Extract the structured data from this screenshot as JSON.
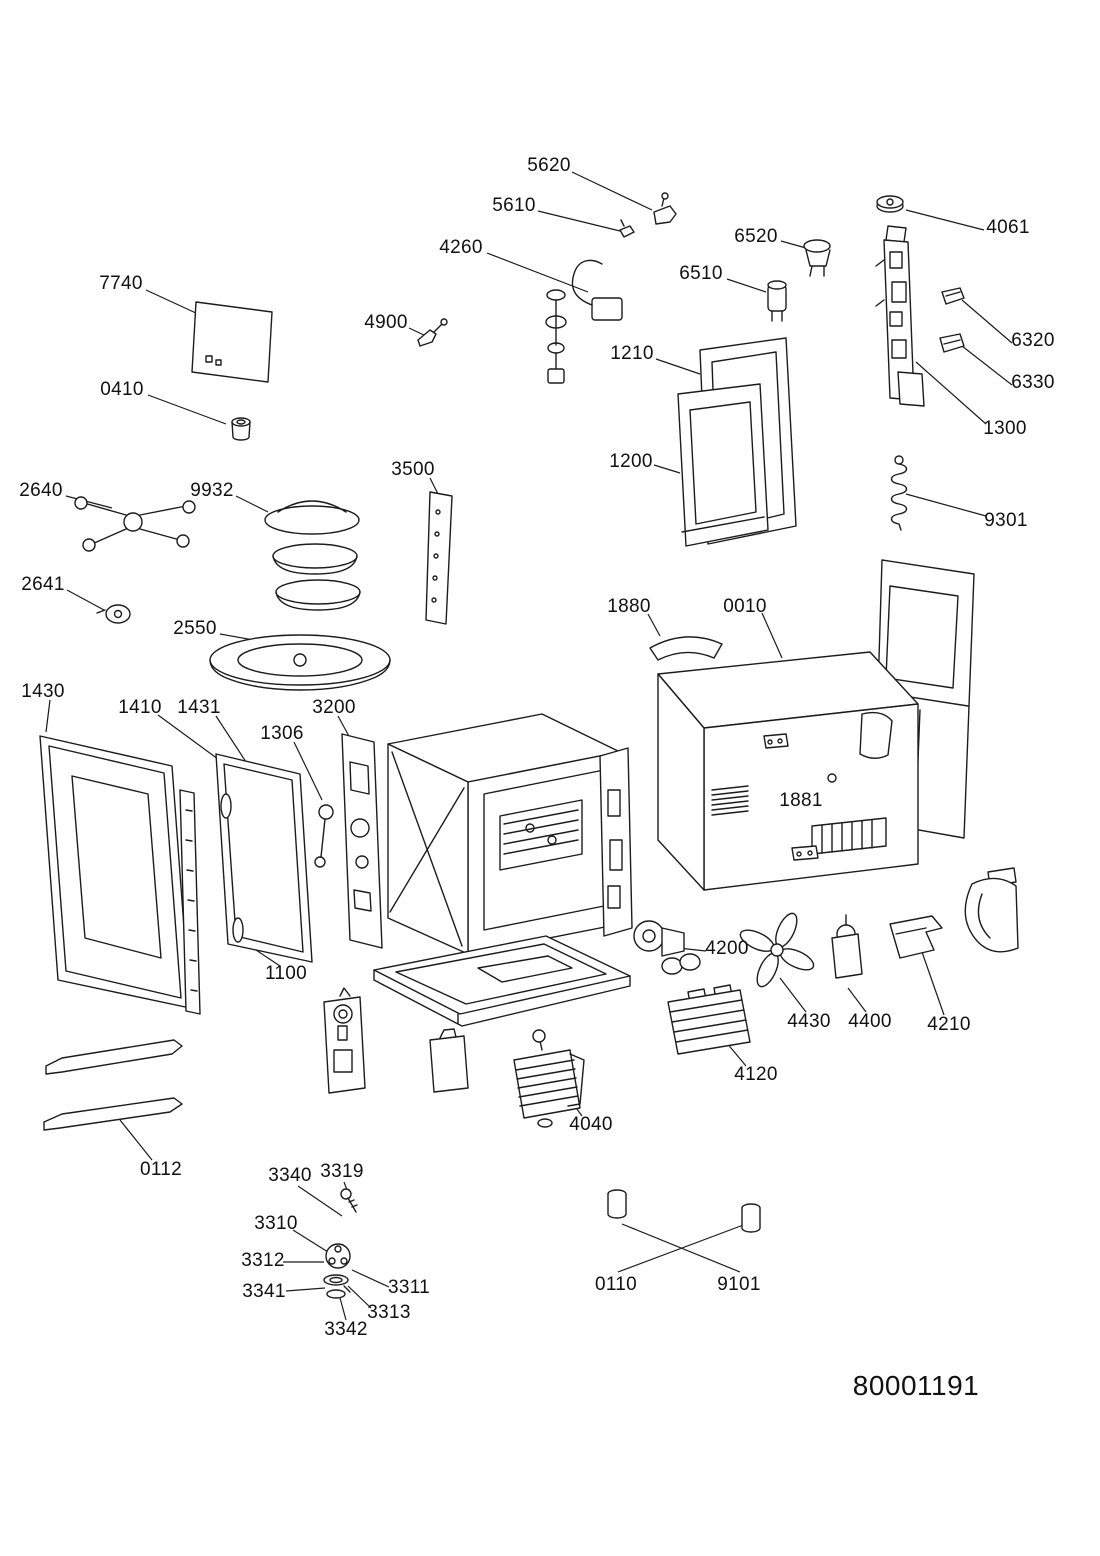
{
  "document": {
    "type": "exploded-parts-diagram",
    "subject": "microwave-oven",
    "doc_number": "80001191"
  },
  "labels": [
    {
      "part": "5620"
    },
    {
      "part": "5610"
    },
    {
      "part": "4260"
    },
    {
      "part": "6520"
    },
    {
      "part": "6510"
    },
    {
      "part": "4061"
    },
    {
      "part": "7740"
    },
    {
      "part": "4900"
    },
    {
      "part": "1210"
    },
    {
      "part": "6320"
    },
    {
      "part": "6330"
    },
    {
      "part": "0410"
    },
    {
      "part": "1300"
    },
    {
      "part": "3500"
    },
    {
      "part": "1200"
    },
    {
      "part": "9301"
    },
    {
      "part": "2640"
    },
    {
      "part": "9932"
    },
    {
      "part": "2641"
    },
    {
      "part": "2550"
    },
    {
      "part": "1880"
    },
    {
      "part": "0010"
    },
    {
      "part": "1430"
    },
    {
      "part": "1410"
    },
    {
      "part": "1431"
    },
    {
      "part": "3200"
    },
    {
      "part": "1306"
    },
    {
      "part": "1881"
    },
    {
      "part": "1100"
    },
    {
      "part": "4200"
    },
    {
      "part": "4430"
    },
    {
      "part": "4400"
    },
    {
      "part": "4210"
    },
    {
      "part": "4120"
    },
    {
      "part": "4040"
    },
    {
      "part": "0112"
    },
    {
      "part": "3340"
    },
    {
      "part": "3319"
    },
    {
      "part": "3310"
    },
    {
      "part": "3312"
    },
    {
      "part": "3341"
    },
    {
      "part": "3311"
    },
    {
      "part": "3313"
    },
    {
      "part": "3342"
    },
    {
      "part": "0110"
    },
    {
      "part": "9101"
    }
  ]
}
